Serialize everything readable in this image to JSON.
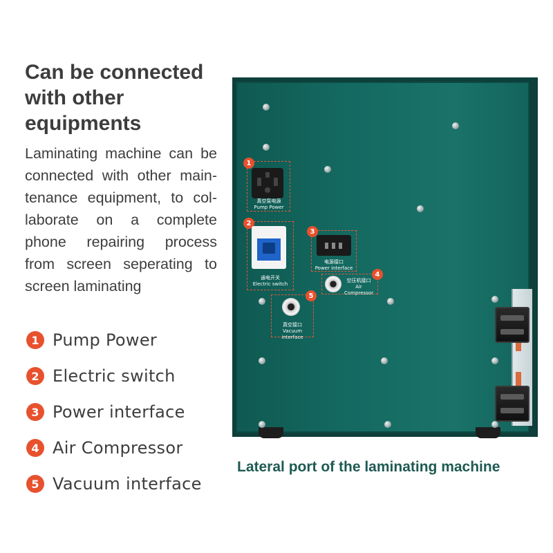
{
  "heading": "Can be connected with other equipments",
  "description": "Laminating machine can be connected with other main­tenance equipment, to col­laborate on a complete phone repairing process from screen seperating to screen laminating",
  "features": [
    {
      "num": "1",
      "label": "Pump Power"
    },
    {
      "num": "2",
      "label": "Electric switch"
    },
    {
      "num": "3",
      "label": "Power interface"
    },
    {
      "num": "4",
      "label": "Air Compressor"
    },
    {
      "num": "5",
      "label": "Vacuum interface"
    }
  ],
  "caption": "Lateral port of the laminating machine",
  "panel_labels": {
    "pump_cn": "真空泵电源",
    "pump_en": "Pump Power",
    "switch_cn": "通电开关",
    "switch_en": "Electric switch",
    "power_cn": "电源接口",
    "power_en": "Power interface",
    "air_cn": "空压机接口",
    "air_en": "Air Compressor",
    "vacuum_cn": "真空接口",
    "vacuum_en": "Vacuum interface"
  },
  "colors": {
    "accent": "#e8512e",
    "panel": "#146a61",
    "caption": "#1e5a52",
    "text": "#3d3d3d"
  }
}
